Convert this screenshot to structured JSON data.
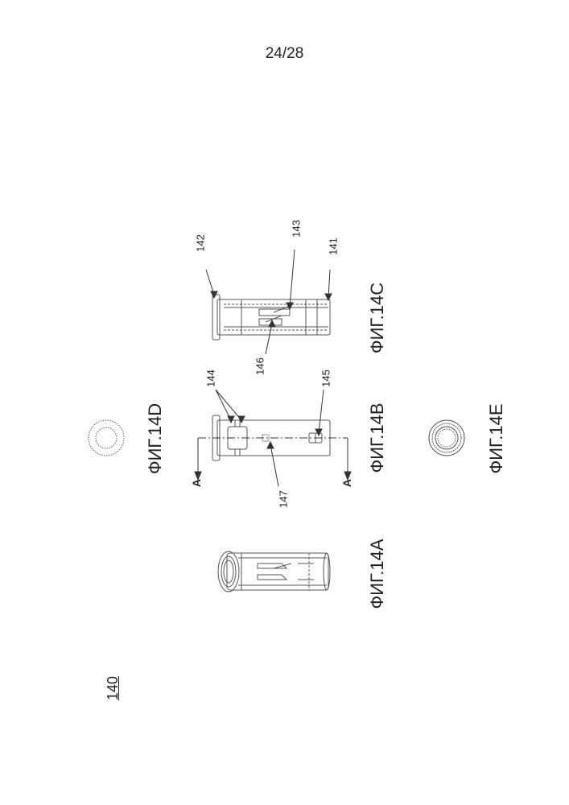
{
  "page_number": "24/28",
  "main_reference": "140",
  "figures": {
    "a": {
      "label": "ФИГ.14A"
    },
    "b": {
      "label": "ФИГ.14B",
      "refs": [
        "144",
        "145",
        "147"
      ],
      "section": [
        "A",
        "A"
      ]
    },
    "c": {
      "label": "ФИГ.14C",
      "refs": [
        "142",
        "143",
        "141",
        "146"
      ]
    },
    "d": {
      "label": "ФИГ.14D"
    },
    "e": {
      "label": "ФИГ.14E"
    }
  }
}
